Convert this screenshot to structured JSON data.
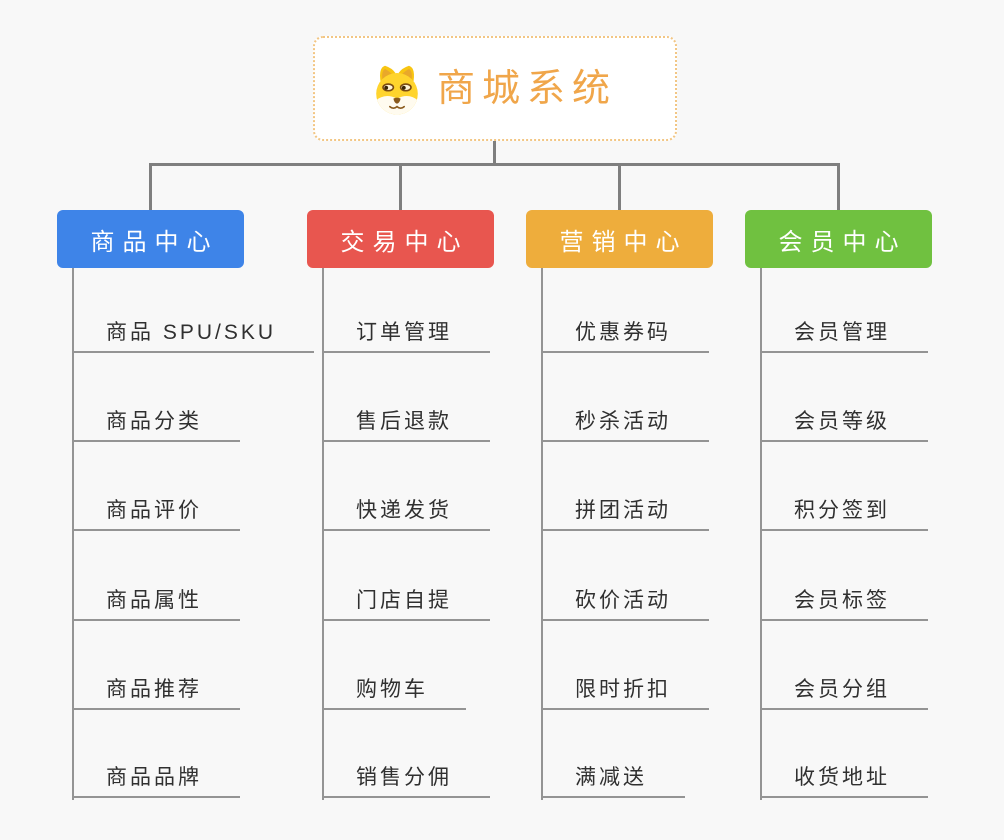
{
  "root": {
    "title": "商城系统",
    "icon": "dog-face-icon",
    "accent_color": "#f0a64a",
    "border_color": "#f2c684"
  },
  "connector_color": "#7f7f7f",
  "leaf_line_color": "#949494",
  "background_color": "#f8f8f8",
  "branches": [
    {
      "label": "商品中心",
      "color": "#3e84e8",
      "items": [
        "商品 SPU/SKU",
        "商品分类",
        "商品评价",
        "商品属性",
        "商品推荐",
        "商品品牌"
      ]
    },
    {
      "label": "交易中心",
      "color": "#e8564f",
      "items": [
        "订单管理",
        "售后退款",
        "快递发货",
        "门店自提",
        "购物车",
        "销售分佣"
      ]
    },
    {
      "label": "营销中心",
      "color": "#eead3c",
      "items": [
        "优惠券码",
        "秒杀活动",
        "拼团活动",
        "砍价活动",
        "限时折扣",
        "满减送"
      ]
    },
    {
      "label": "会员中心",
      "color": "#70c140",
      "items": [
        "会员管理",
        "会员等级",
        "积分签到",
        "会员标签",
        "会员分组",
        "收货地址"
      ]
    }
  ]
}
